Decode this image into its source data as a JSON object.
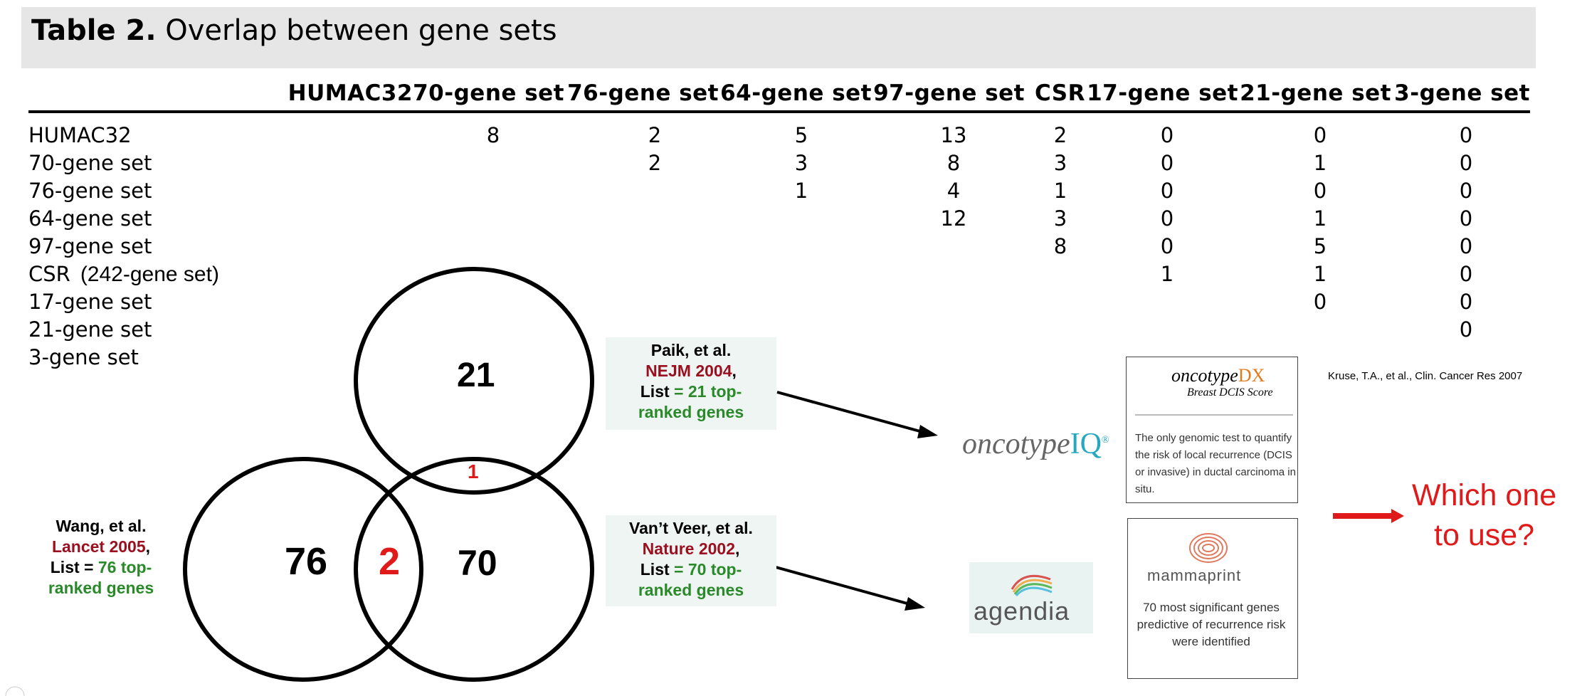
{
  "title": {
    "bold": "Table 2.",
    "text": "Overlap between gene sets"
  },
  "columns": [
    "HUMAC32",
    "70-gene set",
    "76-gene set",
    "64-gene set",
    "97-gene set",
    "CSR",
    "17-gene set",
    "21-gene set",
    "3-gene set"
  ],
  "rows": [
    {
      "label": "HUMAC32",
      "sub": "",
      "values": [
        "8",
        "2",
        "5",
        "13",
        "2",
        "0",
        "0",
        "0"
      ]
    },
    {
      "label": "70-gene set",
      "sub": "",
      "values": [
        "2",
        "3",
        "8",
        "3",
        "0",
        "1",
        "0"
      ]
    },
    {
      "label": "76-gene set",
      "sub": "",
      "values": [
        "1",
        "4",
        "1",
        "0",
        "0",
        "0"
      ]
    },
    {
      "label": "64-gene set",
      "sub": "",
      "values": [
        "12",
        "3",
        "0",
        "1",
        "0"
      ]
    },
    {
      "label": "97-gene set",
      "sub": "",
      "values": [
        "8",
        "0",
        "5",
        "0"
      ]
    },
    {
      "label": "CSR",
      "sub": "(242-gene set)",
      "values": [
        "1",
        "1",
        "0"
      ]
    },
    {
      "label": "17-gene set",
      "sub": "",
      "values": [
        "0",
        "0"
      ]
    },
    {
      "label": "21-gene set",
      "sub": "",
      "values": [
        "0"
      ]
    },
    {
      "label": "3-gene set",
      "sub": "",
      "values": []
    }
  ],
  "venn": {
    "top": "21",
    "left": "76",
    "right": "70",
    "overlap_top": "1",
    "overlap_left": "2"
  },
  "paik": {
    "l1": "Paik, et al.",
    "l2": "NEJM 2004",
    "l3a": "List ",
    "l3b": "= 21 top-",
    "l4": "ranked genes"
  },
  "vanveer": {
    "l1": "Van’t Veer, et al.",
    "l2": "Nature 2002",
    "l3a": "List ",
    "l3b": "= 70 top-",
    "l4": "ranked genes"
  },
  "wang": {
    "l1": "Wang, et al.",
    "l2": "Lancet 2005",
    "l3a": "List = ",
    "l3b": "76 top-",
    "l4": "ranked genes"
  },
  "oncotype_iq": {
    "a": "oncotype",
    "b": "IQ",
    "reg": "®"
  },
  "agendia": "agendia",
  "oncotype_card": {
    "title_a": "oncotype",
    "title_b": "DX",
    "sub": "Breast DCIS Score",
    "body": "The only genomic test to quantify the risk of local recurrence (DCIS or invasive) in ductal carcinoma in situ."
  },
  "mammaprint_card": {
    "title": "mammaprint",
    "body": "70 most significant genes predictive of recurrence risk were identified"
  },
  "citation": "Kruse, T.A., et al., Clin. Cancer Res 2007",
  "question": {
    "l1": "Which one",
    "l2": "to use?"
  },
  "colors": {
    "title_bg": "#e6e6e6",
    "venn_red": "#e01a1a",
    "journal_red": "#9b1020",
    "list_green": "#2a8a2a",
    "question_red": "#e01a1a"
  }
}
